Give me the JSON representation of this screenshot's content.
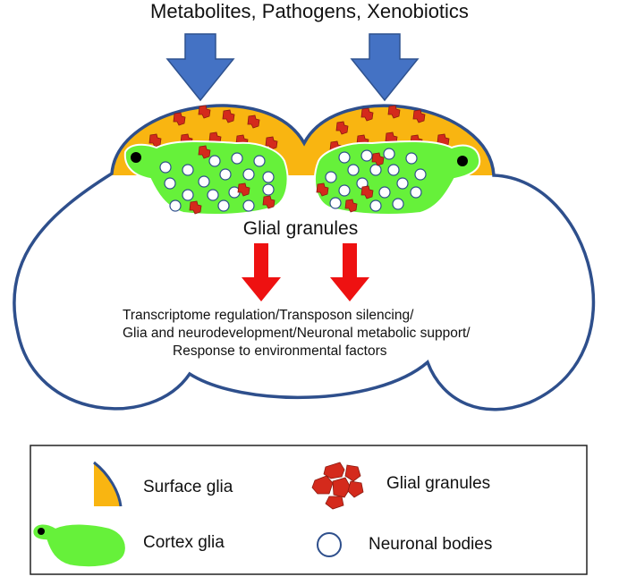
{
  "header": {
    "inputs_label": "Metabolites, Pathogens, Xenobiotics"
  },
  "brain": {
    "granules_label": "Glial granules"
  },
  "functions": {
    "line1": "Transcriptome regulation/Transposon silencing/",
    "line2": "Glia and neurodevelopment/Neuronal metabolic support/",
    "line3": "Response to environmental factors"
  },
  "legend": {
    "surface_glia": "Surface glia",
    "glial_granules": "Glial granules",
    "cortex_glia": "Cortex glia",
    "neuronal_bodies": "Neuronal bodies"
  },
  "colors": {
    "surface_glia": "#F9B511",
    "cortex_glia": "#66F13A",
    "granule": "#D42A1C",
    "outline": "#2E4F8C",
    "blue_arrow": "#4472C4",
    "red_arrow": "#EE1111"
  },
  "icons": [
    "down-arrow-icon",
    "surface-glia-icon",
    "glial-granule-icon",
    "cortex-glia-icon",
    "neuronal-body-icon"
  ]
}
